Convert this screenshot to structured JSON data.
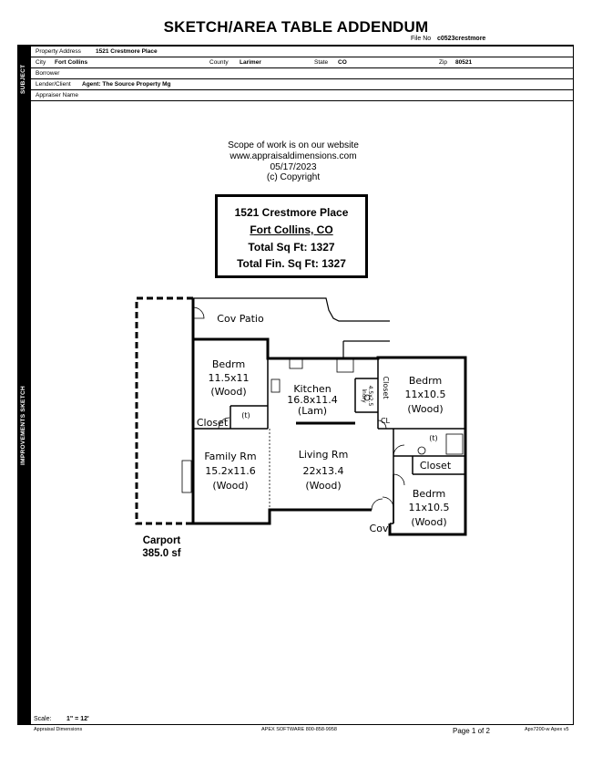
{
  "header": {
    "title": "SKETCH/AREA TABLE ADDENDUM",
    "file_no_label": "File No",
    "file_no_value": "c0523crestmore"
  },
  "sidebar": {
    "subject_label": "SUBJECT",
    "improvements_label": "IMPROVEMENTS SKETCH"
  },
  "subject": {
    "property_address_label": "Property Address",
    "property_address_value": "1521 Crestmore Place",
    "city_label": "City",
    "city_value": "Fort Collins",
    "county_label": "County",
    "county_value": "Larimer",
    "state_label": "State",
    "state_value": "CO",
    "zip_label": "Zip",
    "zip_value": "80521",
    "borrower_label": "Borrower",
    "lender_label": "Lender/Client",
    "lender_value": "Agent:  The Source Property Mg",
    "appraiser_label": "Appraiser Name"
  },
  "scope": {
    "line1": "Scope of work is on our website",
    "line2": "www.appraisaldimensions.com",
    "line3": "05/17/2023",
    "line4": "(c) Copyright"
  },
  "summary_box": {
    "address": "1521 Crestmore Place",
    "city": "Fort Collins, CO",
    "total_sqft": "Total Sq Ft:  1327",
    "total_fin_sqft": "Total Fin. Sq Ft:  1327"
  },
  "sketch": {
    "cov_patio": "Cov Patio",
    "bedrm1": [
      "Bedrm",
      "11.5x11",
      "(Wood)"
    ],
    "kitchen": [
      "Kitchen",
      "16.8x11.4",
      "(Lam)"
    ],
    "bedrm2": [
      "Bedrm",
      "11x10.5",
      "(Wood)"
    ],
    "closet1": "Closet",
    "closet2": "Closet",
    "closet3": "Closet",
    "cl": "CL",
    "lndry": "lndry",
    "lndry_dim": "4.5x2.5",
    "toilet": "(t)",
    "family": [
      "Family Rm",
      "15.2x11.6",
      "(Wood)"
    ],
    "living": [
      "Living Rm",
      "22x13.4",
      "(Wood)"
    ],
    "bedrm3": [
      "Bedrm",
      "11x10.5",
      "(Wood)"
    ],
    "cov": "Cov",
    "carport_label": "Carport",
    "carport_area": "385.0 sf"
  },
  "footer": {
    "scale_label": "Scale:",
    "scale_value": "1\" = 12'",
    "left": "Appraisal Dimensions",
    "center": "APEX SOFTWARE 800-858-9958",
    "page": "Page 1 of 2",
    "right": "Apx7200-w Apex v5"
  }
}
